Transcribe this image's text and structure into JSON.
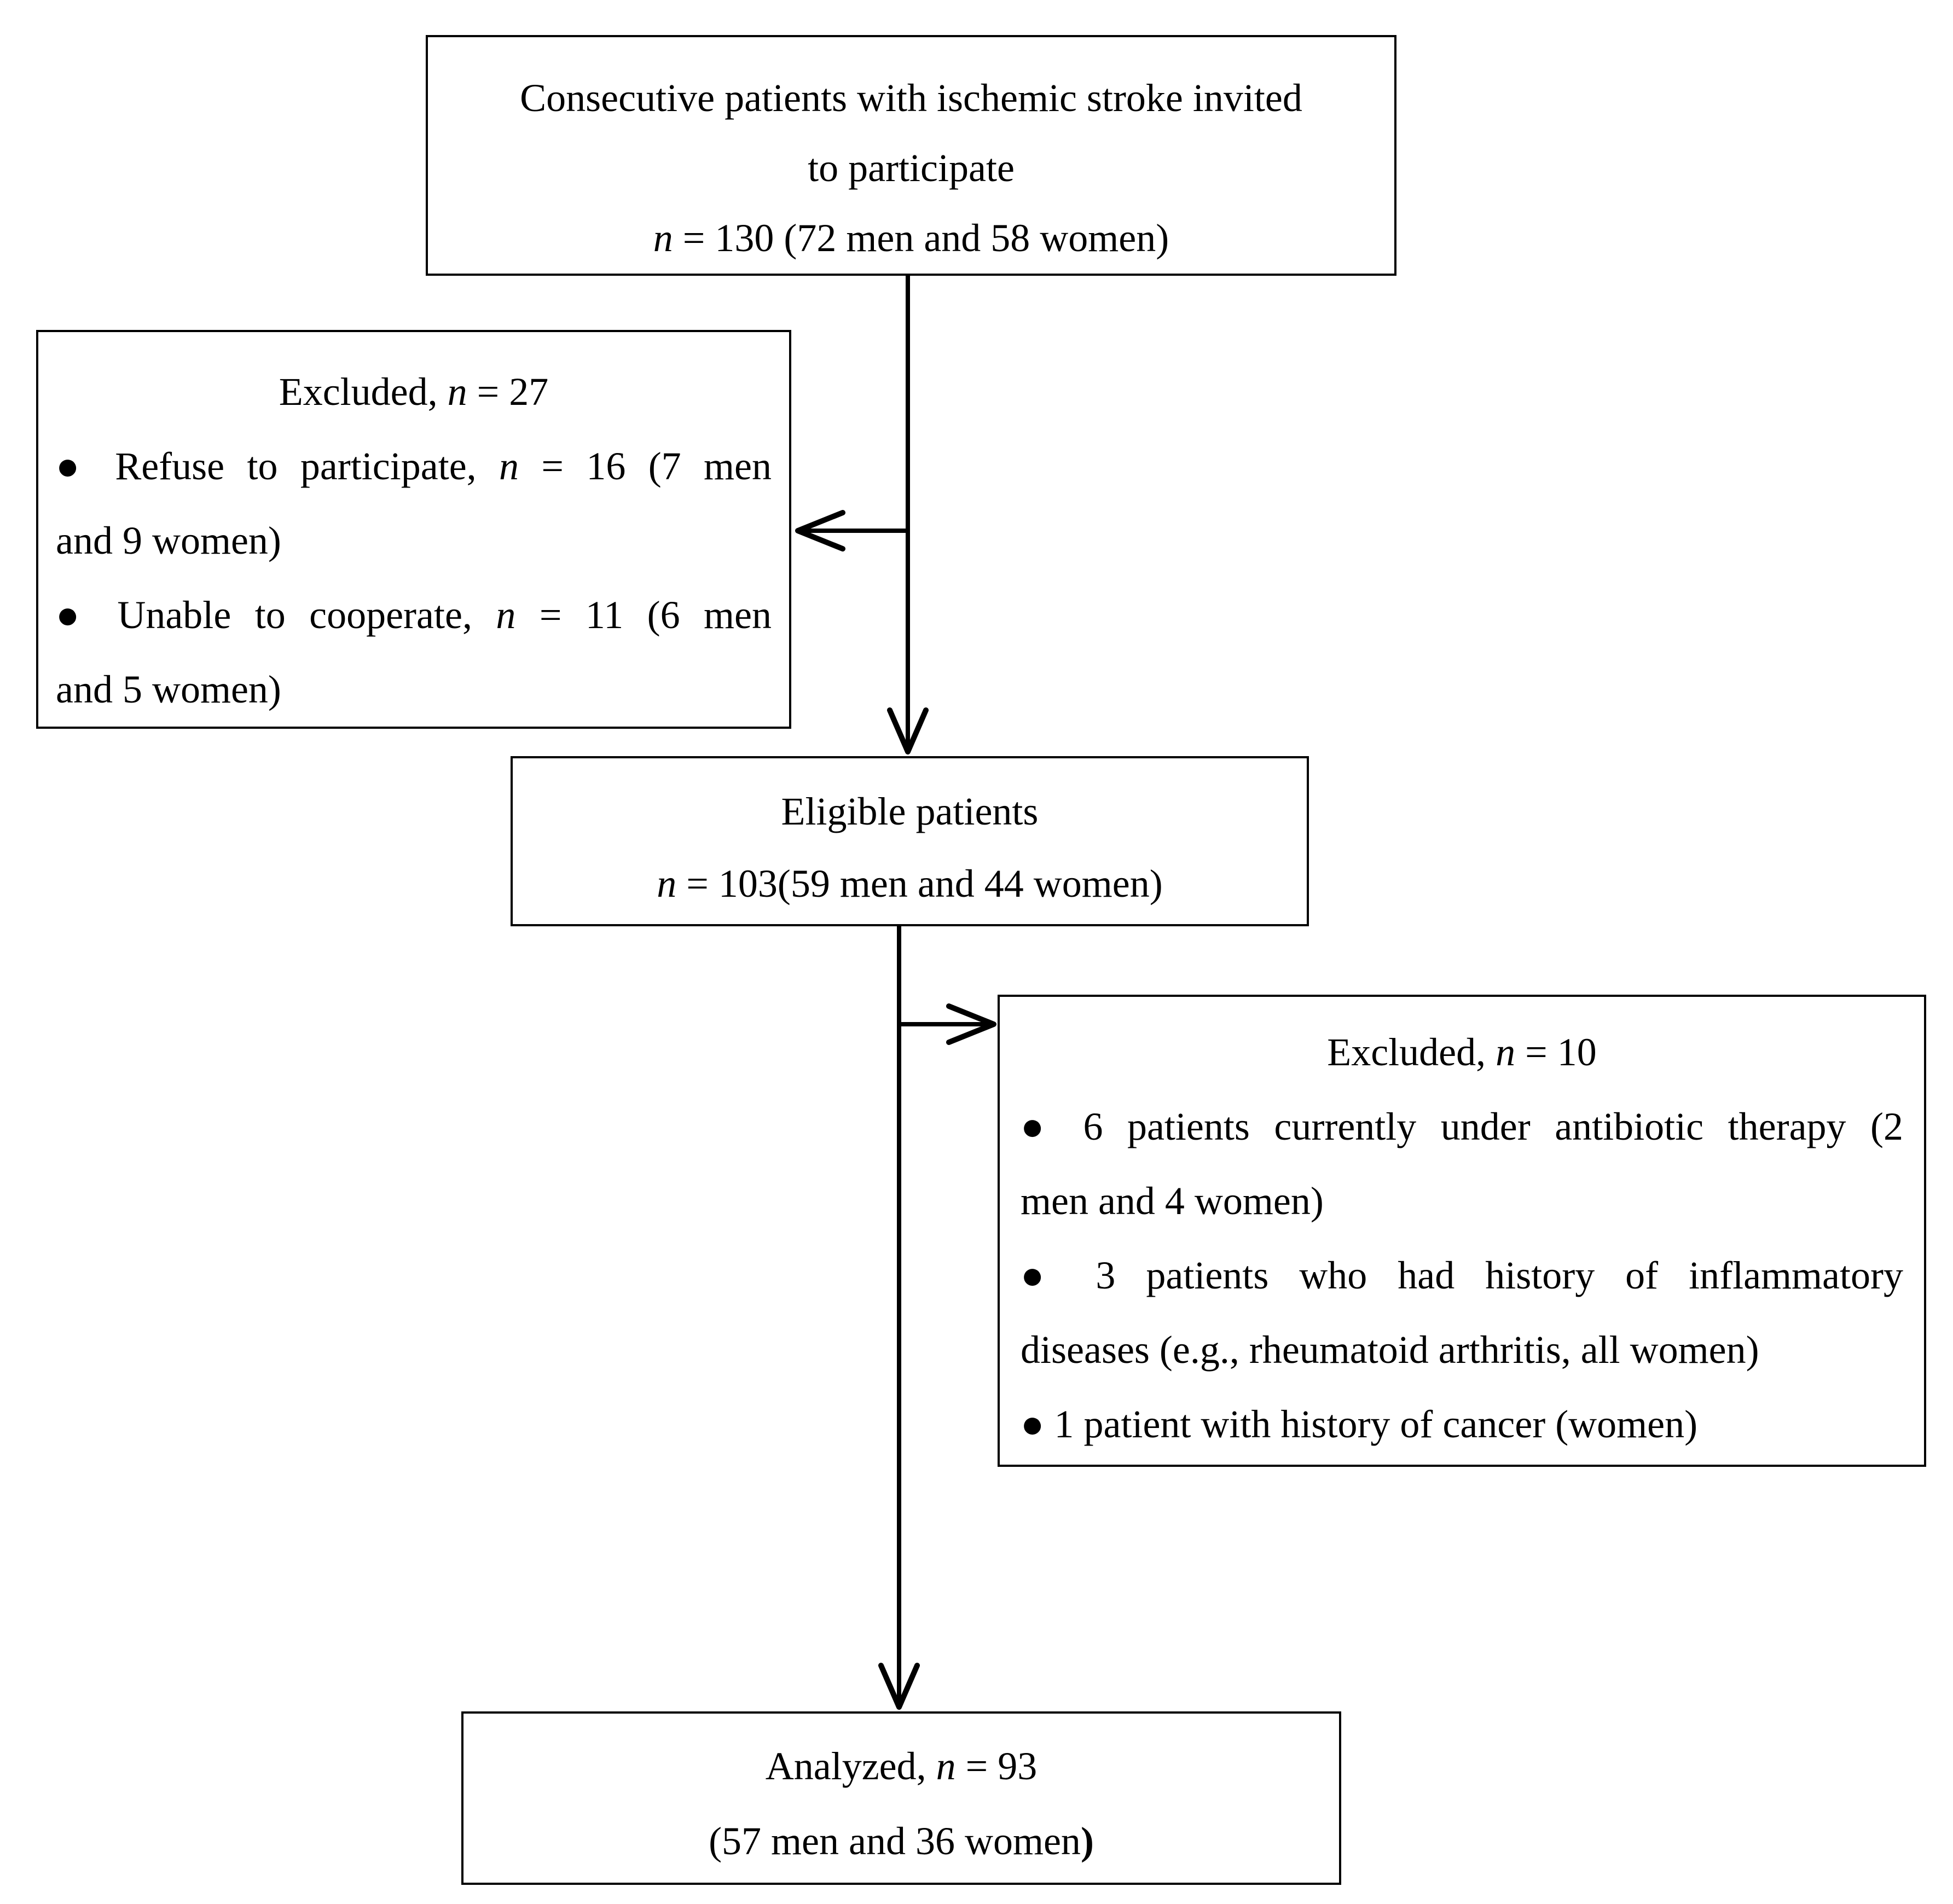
{
  "colors": {
    "line": "#000000",
    "text": "#000000",
    "background": "#ffffff"
  },
  "boxes": {
    "invited": {
      "l1": "Consecutive patients with ischemic stroke invited",
      "l2": "to participate",
      "l3a": "n",
      "l3b": " = 130 (72 men and 58 women)"
    },
    "excluded_top": {
      "l1a": "Excluded, ",
      "l1b": "n",
      "l1c": " = 27",
      "l2a": "● Refuse to participate, ",
      "l2b": "n",
      "l2c": " = 16 (7 men",
      "l3": "and 9 women)",
      "l4a": "● Unable to cooperate, ",
      "l4b": "n",
      "l4c": " = 11 (6 men",
      "l5": "and 5 women)"
    },
    "eligible": {
      "l1": "Eligible patients",
      "l2a": "n",
      "l2b": " = 103(59 men and 44 women)"
    },
    "excluded_mid": {
      "l1a": "Excluded, ",
      "l1b": "n",
      "l1c": " = 10",
      "l2": "● 6 patients currently under antibiotic therapy (2",
      "l3": "men and 4 women)",
      "l4": "● 3 patients who had history of inflammatory",
      "l5": "diseases (e.g., rheumatoid arthritis, all women)",
      "l6": "● 1 patient with history of cancer (women)"
    },
    "analyzed": {
      "l1a": "Analyzed, ",
      "l1b": "n",
      "l1c": " = 93",
      "l2a": "(57 men and 36 women",
      "l2b": ")"
    }
  }
}
